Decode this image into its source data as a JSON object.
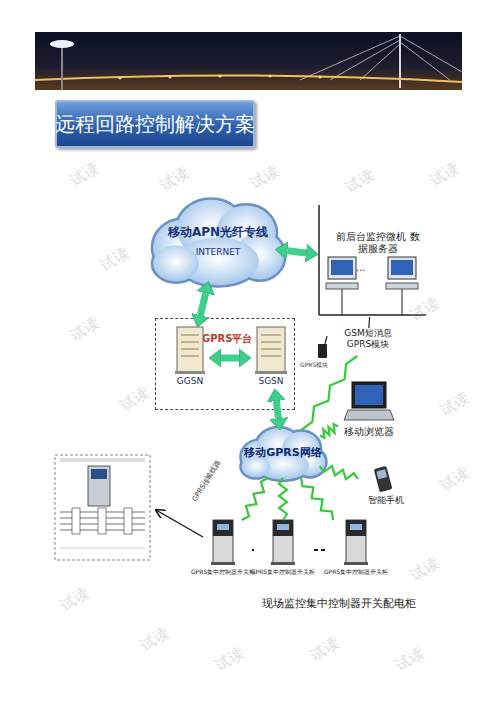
{
  "diagram": {
    "title": "远程回路控制解决方案",
    "nodes": [
      {
        "text": [
          "移动APN光纤专线",
          "INTERNET"
        ]
      },
      {
        "text": [
          "前后台监控微机 数据服务器"
        ]
      },
      {
        "text": [
          "GSM短消息 GPRS模块"
        ]
      },
      {
        "text": [
          "GPRS平台"
        ]
      },
      {
        "text": [
          "GGSN"
        ],
        "in": 3
      },
      {
        "text": [
          "SGSN"
        ],
        "in": 3
      },
      {
        "text": [
          "移动GPRS网络"
        ]
      },
      {
        "text": [
          "移动浏览器"
        ]
      },
      {
        "text": [
          "智能手机"
        ]
      },
      {
        "text": [
          "GPRS集中控制器开关柜"
        ]
      },
      {
        "text": [
          "GPRS集中控制器开关柜"
        ]
      },
      {
        "text": [
          "GPRS集中控制器开关柜"
        ]
      }
    ],
    "edges": [
      {
        "from": 0,
        "to": 1,
        "arrow": "both"
      },
      {
        "from": 0,
        "to": 4,
        "arrow": "both"
      },
      {
        "from": 4,
        "to": 5,
        "arrow": "both"
      },
      {
        "from": 5,
        "to": 6,
        "arrow": "both"
      },
      {
        "from": 1,
        "to": 2,
        "arrow": "none"
      },
      {
        "from": 6,
        "to": 2,
        "arrow": "none"
      },
      {
        "from": 6,
        "to": 7,
        "arrow": "none"
      },
      {
        "from": 6,
        "to": 8,
        "arrow": "none"
      },
      {
        "from": 6,
        "to": 9,
        "label": "GPRS传输线路",
        "arrow": "none"
      },
      {
        "from": 6,
        "to": 10,
        "arrow": "none"
      },
      {
        "from": 6,
        "to": 11,
        "arrow": "none"
      },
      {
        "from": 9,
        "to": 10,
        "arrow": "none"
      },
      {
        "from": 10,
        "to": 11,
        "arrow": "none"
      }
    ],
    "labels": [
      "...",
      "GPRS模块",
      "现场监控集中控制器开关配电柜",
      "试读",
      "试读",
      "试读",
      "试读",
      "试读",
      "试读",
      "试读",
      "试读",
      "试读",
      "试读",
      "试读",
      "试读",
      "试读",
      "试读",
      "试读",
      "试读",
      "试读"
    ]
  }
}
